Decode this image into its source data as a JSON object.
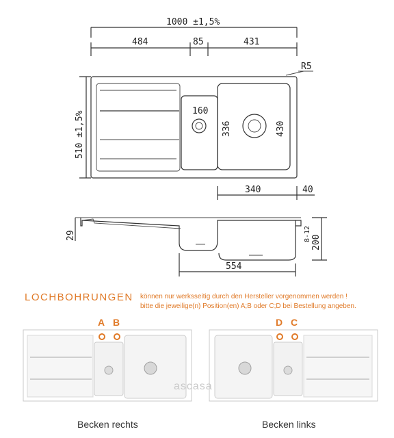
{
  "drawing": {
    "overall_width": "1000 ±1,5%",
    "segment_left": "484",
    "segment_mid": "85",
    "segment_right": "431",
    "radius": "R5",
    "overall_depth": "510 ±1,5%",
    "small_bowl_width": "160",
    "small_bowl_depth": "336",
    "large_bowl_depth": "430",
    "large_bowl_width": "340",
    "edge_offset": "40",
    "side_rim": "29",
    "side_depth": "200",
    "side_thickness": "8-12",
    "side_width": "554"
  },
  "holes": {
    "heading": "LOCHBOHRUNGEN",
    "note_line1": "können nur werksseitig durch den Hersteller vorgenommen werden !",
    "note_line2": "bitte die jeweilige(n) Position(en) A;B oder C;D bei Bestellung angeben.",
    "label_a": "A",
    "label_b": "B",
    "label_d": "D",
    "label_c": "C",
    "caption_right": "Becken rechts",
    "caption_left": "Becken links",
    "watermark": "ascasa",
    "accent_color": "#e07a28"
  }
}
